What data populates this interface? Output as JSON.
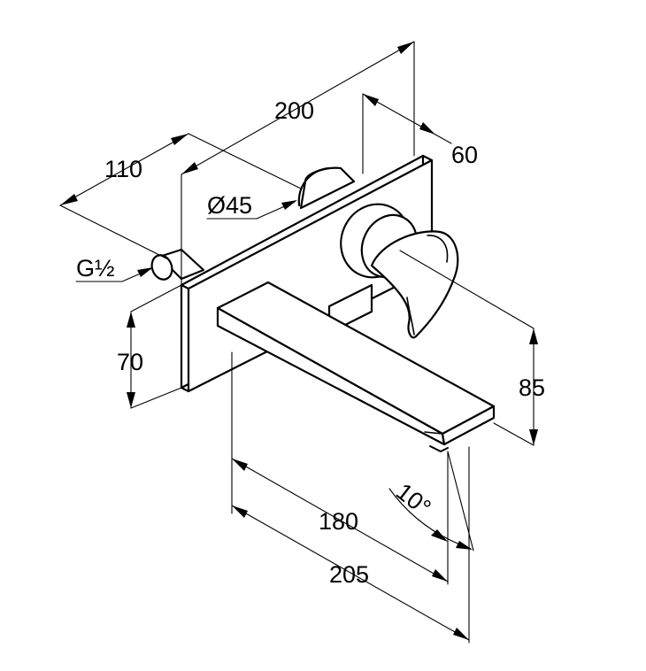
{
  "drawing": {
    "subject": "wall-mounted basin mixer dimension drawing",
    "dimensions": {
      "total_depth": "200",
      "plate_to_wall": "110",
      "lever_depth": "60",
      "rosette_diameter": "Ø45",
      "thread": "G½",
      "plate_height": "70",
      "spout_height": "85",
      "spout_projection": "180",
      "overall_projection": "205",
      "outlet_angle": "10°"
    },
    "line_color": "#000000",
    "background": "#ffffff"
  }
}
